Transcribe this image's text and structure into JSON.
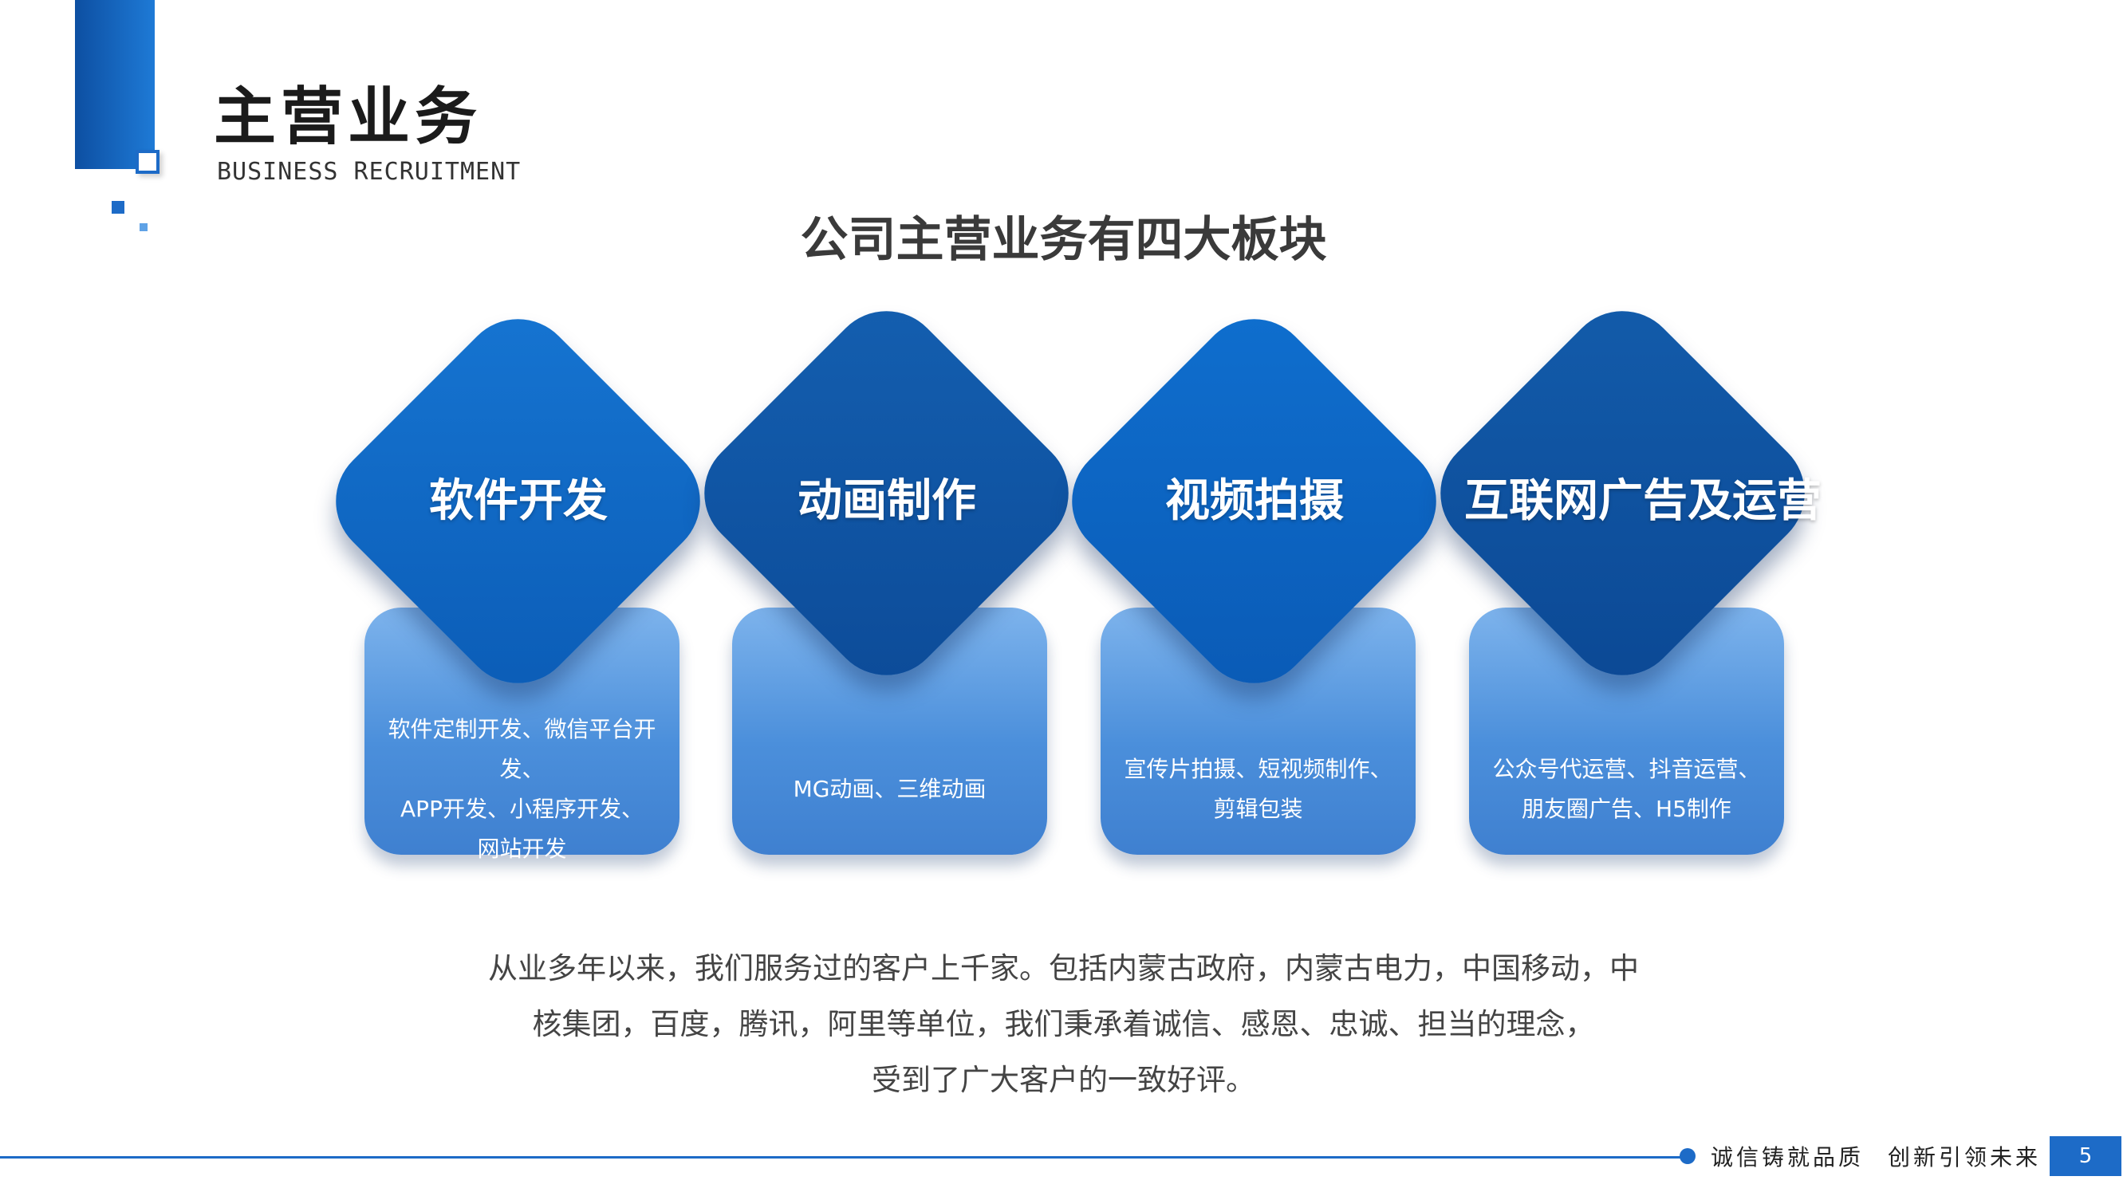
{
  "header": {
    "title": "主营业务",
    "subtitle": "BUSINESS RECRUITMENT"
  },
  "section_heading": "公司主营业务有四大板块",
  "blocks": [
    {
      "title": "软件开发",
      "lines": [
        "软件定制开发、微信平台开发、",
        "APP开发、小程序开发、",
        "网站开发"
      ]
    },
    {
      "title": "动画制作",
      "lines": [
        "MG动画、三维动画"
      ]
    },
    {
      "title": "视频拍摄",
      "lines": [
        "宣传片拍摄、短视频制作、",
        "剪辑包装"
      ]
    },
    {
      "title": "互联网广告及运营",
      "lines": [
        "公众号代运营、抖音运营、",
        "朋友圈广告、H5制作"
      ]
    }
  ],
  "paragraph": [
    "从业多年以来，我们服务过的客户上千家。包括内蒙古政府，内蒙古电力，中国移动，中",
    "核集团，百度，腾讯，阿里等单位，我们秉承着诚信、感恩、忠诚、担当的理念，",
    "受到了广大客户的一致好评。"
  ],
  "footer": {
    "slogan_left": "诚信铸就品质",
    "slogan_right": "创新引领未来",
    "page_number": "5"
  },
  "colors": {
    "accent": "#1d6bc7",
    "diamond_dark": "#0b4894",
    "card_light": "#7db3ec"
  }
}
